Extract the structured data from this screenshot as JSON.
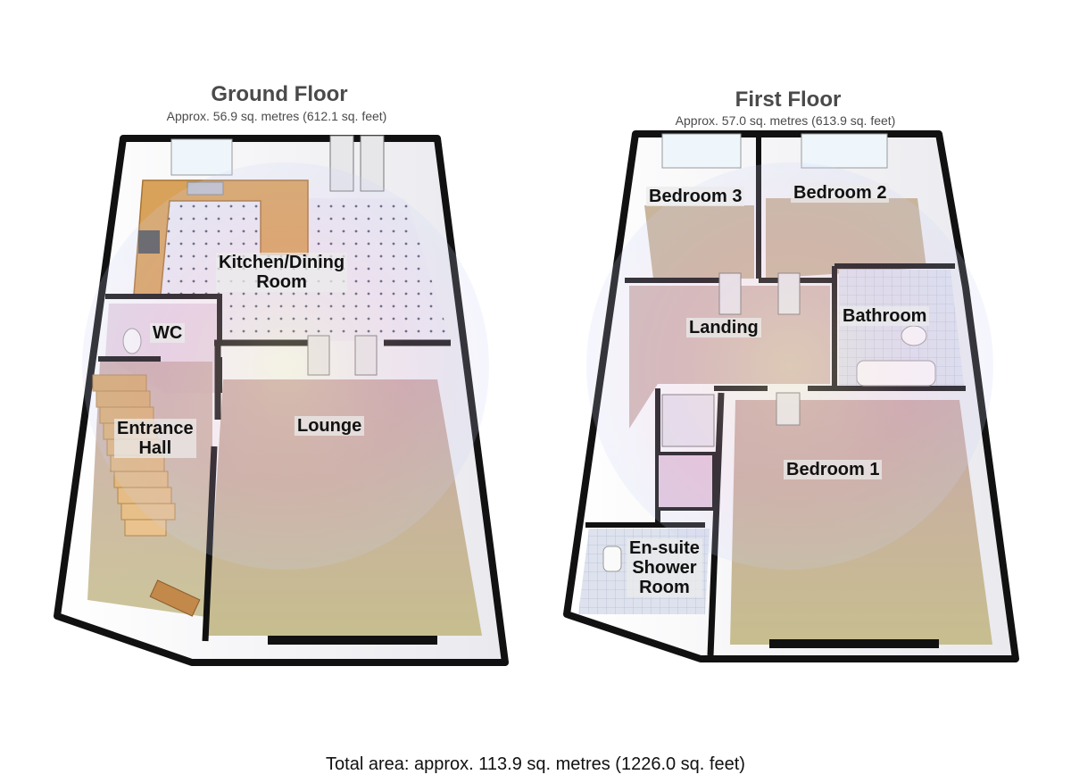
{
  "ground_floor": {
    "title": "Ground Floor",
    "area": "Approx. 56.9 sq. metres (612.1 sq. feet)",
    "rooms": {
      "kitchen_dining": "Kitchen/Dining\nRoom",
      "wc": "WC",
      "entrance_hall": "Entrance\nHall",
      "lounge": "Lounge"
    }
  },
  "first_floor": {
    "title": "First Floor",
    "area": "Approx. 57.0 sq. metres (613.9 sq. feet)",
    "rooms": {
      "bedroom_3": "Bedroom 3",
      "bedroom_2": "Bedroom 2",
      "bathroom": "Bathroom",
      "landing": "Landing",
      "bedroom_1": "Bedroom 1",
      "en_suite": "En-suite\nShower\nRoom"
    }
  },
  "total_area": "Total area: approx. 113.9 sq. metres (1226.0 sq. feet)",
  "colors": {
    "wall": "#111111",
    "carpet": "#c4b497",
    "kitchen_floor": "#e8e8ee",
    "worktop": "#d9a25a",
    "pink_room": "#e8cfe0",
    "watermark_pink": "#f3a9c6",
    "watermark_blue": "#b9c7f2",
    "watermark_yellow": "#f1e3a3"
  }
}
